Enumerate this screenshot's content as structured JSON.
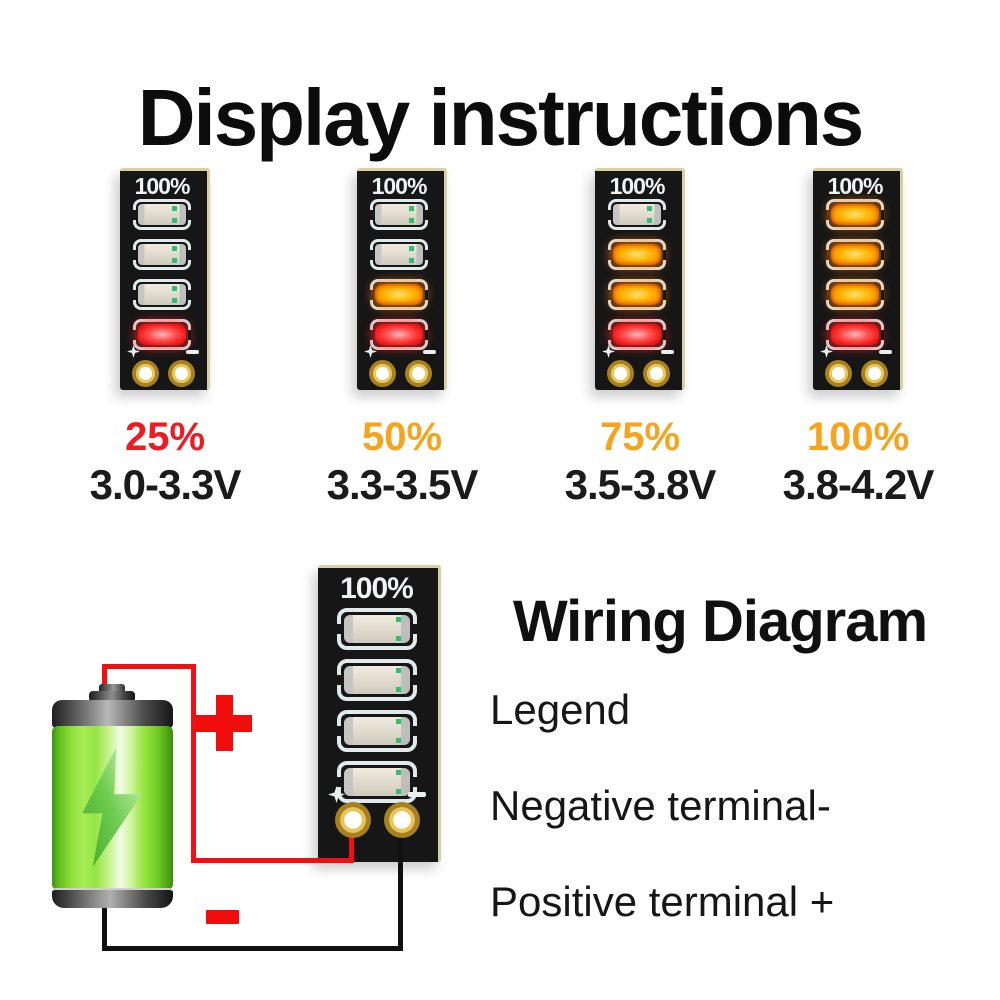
{
  "page": {
    "title": "Display instructions"
  },
  "indicator_boards": {
    "board_label": "100%",
    "boards": [
      {
        "percent": "25%",
        "percent_color": "#ed1b24",
        "voltage": "3.0-3.3V",
        "leds": [
          "off",
          "off",
          "off",
          "red"
        ]
      },
      {
        "percent": "50%",
        "percent_color": "#f6a41d",
        "voltage": "3.3-3.5V",
        "leds": [
          "off",
          "off",
          "orange",
          "red"
        ]
      },
      {
        "percent": "75%",
        "percent_color": "#f6a41d",
        "voltage": "3.5-3.8V",
        "leds": [
          "off",
          "orange",
          "orange",
          "red"
        ]
      },
      {
        "percent": "100%",
        "percent_color": "#f6a41d",
        "voltage": "3.8-4.2V",
        "leds": [
          "orange",
          "orange",
          "orange",
          "red"
        ]
      }
    ],
    "board_marks": {
      "positive": "+",
      "negative": "-"
    }
  },
  "wiring": {
    "title": "Wiring Diagram",
    "legend_title": "Legend",
    "legend_items": [
      "Negative terminal-",
      "Positive terminal +"
    ],
    "board_label": "100%",
    "board_leds": [
      "off",
      "off",
      "off",
      "off"
    ],
    "positive_symbol": "+",
    "negative_symbol": "-"
  },
  "colors": {
    "accent_red": "#f20d0d",
    "accent_orange": "#f6a41d",
    "pcb_black": "#161616",
    "pcb_edge": "#d8cfa2",
    "silkscreen": "#e0eaea",
    "battery_green": "#8ede3c",
    "gold_pad": "#a8811f",
    "led_red": "#f51818",
    "led_orange": "#ffb300"
  }
}
